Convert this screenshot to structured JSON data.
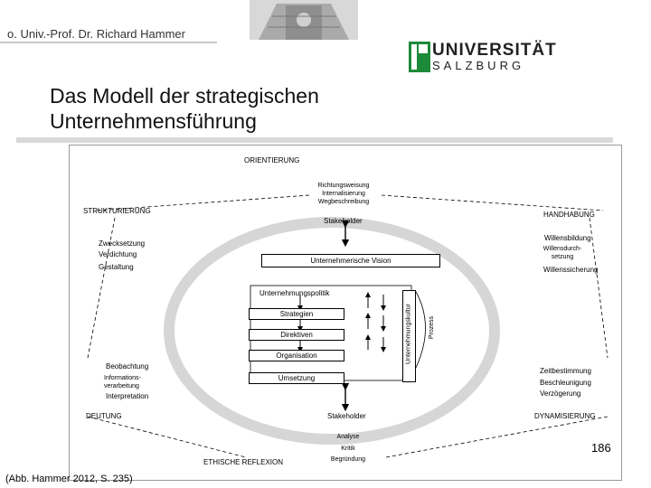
{
  "header": {
    "author": "o. Univ.-Prof. Dr. Richard Hammer"
  },
  "logo": {
    "line1": "UNIVERSITÄT",
    "line2": "SALZBURG",
    "color": "#1d8a3a"
  },
  "title": {
    "line1": "Das Modell der strategischen",
    "line2": "Unternehmensführung"
  },
  "diagram": {
    "orientierung": "ORIENTIERUNG",
    "orientierung_items": [
      "Richtungsweisung",
      "Internalisierung",
      "Wegbeschreibung"
    ],
    "strukturierung": "STRUKTURIERUNG",
    "handhabung": "HANDHABUNG",
    "stakeholder_top": "Stakeholder",
    "left_items": [
      "Zwecksetzung",
      "Verdichtung",
      "Gestaltung"
    ],
    "right_items": [
      "Willensbildung",
      "Willensdurch-setzung",
      "Willenssicherung"
    ],
    "vision": "Unternehmerische Vision",
    "politik": "Unternehmungspolitik",
    "strategien": "Strategien",
    "direktiven": "Direktiven",
    "organisation": "Organisation",
    "umsetzung": "Umsetzung",
    "kultur": "Unternehmungskultur",
    "prozess": "Prozess",
    "deutung_items": [
      "Beobachtung",
      "Informations-verarbeitung",
      "Interpretation"
    ],
    "dynamisierung_items": [
      "Zeitbestimmung",
      "Beschleunigung",
      "Verzögerung"
    ],
    "deutung": "DEUTUNG",
    "dynamisierung": "DYNAMISIERUNG",
    "stakeholder_bottom": "Stakeholder",
    "reflexion_items": [
      "Analyse",
      "Kritik",
      "Begründung"
    ],
    "ethische": "ETHISCHE REFLEXION"
  },
  "slide_number": "186",
  "source": "(Abb. Hammer 2012, S. 235)"
}
